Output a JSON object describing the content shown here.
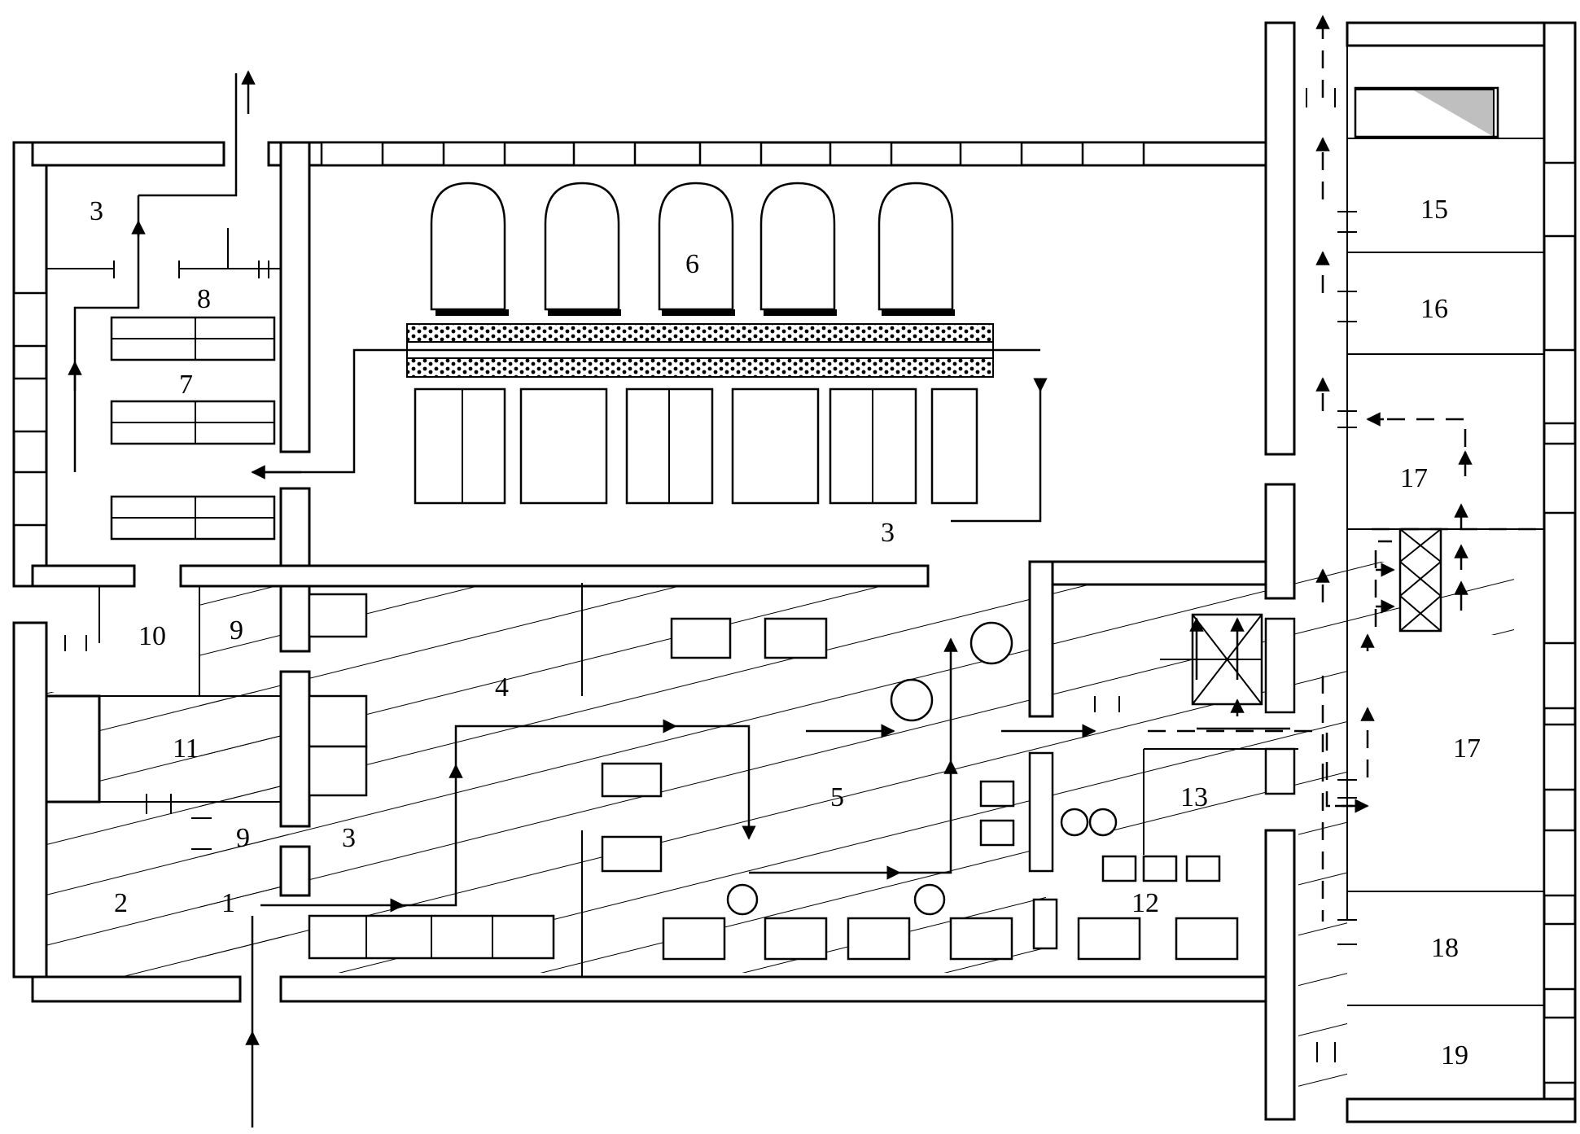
{
  "room_labels": [
    "3",
    "8",
    "7",
    "6",
    "3",
    "10",
    "9",
    "4",
    "11",
    "9",
    "3",
    "2",
    "1",
    "5",
    "13",
    "12",
    "15",
    "16",
    "17",
    "17",
    "18",
    "19"
  ]
}
